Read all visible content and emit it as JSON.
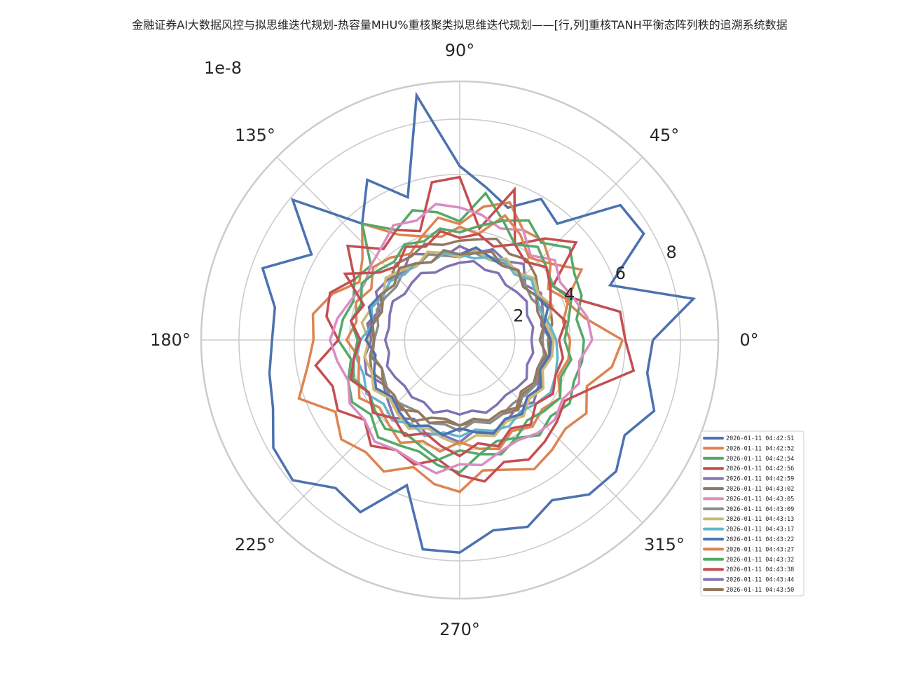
{
  "chart_data": {
    "type": "line",
    "projection": "polar",
    "title": "金融证券AI大数据风控与拟思维迭代规划-热容量MHU%重核聚类拟思维迭代规划——[行,列]重核TANH平衡态阵列秩的追溯系统数据",
    "radial_offset_label": "1e-8",
    "angle_ticks": [
      "0°",
      "45°",
      "90°",
      "135°",
      "180°",
      "225°",
      "270°",
      "315°"
    ],
    "radial_ticks": [
      2,
      4,
      6,
      8
    ],
    "radial_tick_labels": [
      "2",
      "4",
      "6",
      "8"
    ],
    "rlim": [
      0,
      9.37
    ],
    "grid": true,
    "legend_position": "lower-right",
    "theta_deg": [
      0,
      10,
      20,
      30,
      40,
      50,
      60,
      70,
      80,
      90,
      100,
      110,
      120,
      130,
      140,
      150,
      160,
      170,
      180,
      190,
      200,
      210,
      220,
      230,
      240,
      250,
      260,
      270,
      280,
      290,
      300,
      310,
      320,
      330,
      340,
      350
    ],
    "series": [
      {
        "name": "2026-01-11 04:42:51",
        "color": "#4c72b0",
        "values": [
          7.0,
          8.6,
          5.8,
          7.7,
          7.6,
          5.5,
          5.9,
          5.1,
          5.6,
          6.3,
          9.0,
          5.5,
          6.7,
          5.5,
          7.9,
          6.2,
          7.6,
          6.8,
          6.8,
          7.0,
          7.2,
          7.8,
          7.9,
          7.0,
          7.2,
          5.6,
          7.7,
          7.7,
          7.0,
          7.2,
          6.7,
          7.3,
          7.4,
          6.9,
          7.5,
          6.9
        ]
      },
      {
        "name": "2026-01-11 04:42:52",
        "color": "#dd8452",
        "values": [
          5.9,
          4.6,
          4.1,
          5.1,
          4.3,
          4.7,
          4.6,
          5.3,
          4.9,
          4.2,
          4.5,
          4.0,
          4.4,
          5.5,
          4.6,
          4.2,
          4.9,
          5.4,
          5.3,
          5.6,
          6.2,
          5.2,
          5.6,
          5.3,
          5.5,
          4.9,
          5.3,
          5.5,
          4.8,
          5.0,
          5.4,
          5.2,
          5.0,
          5.3,
          4.9,
          5.6
        ]
      },
      {
        "name": "2026-01-11 04:42:54",
        "color": "#55a868",
        "values": [
          4.5,
          4.3,
          4.7,
          4.8,
          5.2,
          4.6,
          5.0,
          4.6,
          5.4,
          4.3,
          4.7,
          5.0,
          4.6,
          5.5,
          4.2,
          4.4,
          4.1,
          4.3,
          4.4,
          4.0,
          4.3,
          4.5,
          4.2,
          4.6,
          4.4,
          4.3,
          4.6,
          4.8,
          4.2,
          4.4,
          4.1,
          4.5,
          4.3,
          4.6,
          4.4,
          4.5
        ]
      },
      {
        "name": "2026-01-11 04:42:56",
        "color": "#c44e52",
        "values": [
          6.0,
          5.9,
          4.4,
          3.9,
          5.5,
          4.8,
          4.0,
          5.8,
          4.1,
          5.9,
          5.8,
          4.2,
          4.6,
          4.3,
          5.3,
          4.4,
          5.0,
          4.9,
          4.4,
          5.3,
          4.9,
          5.1,
          4.5,
          5.0,
          4.6,
          4.8,
          4.4,
          4.9,
          5.2,
          4.7,
          5.0,
          4.8,
          4.6,
          4.4,
          5.1,
          6.4
        ]
      },
      {
        "name": "2026-01-11 04:42:59",
        "color": "#8172b3",
        "values": [
          3.3,
          3.0,
          3.2,
          3.4,
          3.1,
          3.6,
          3.3,
          3.5,
          3.2,
          3.4,
          3.1,
          3.3,
          3.6,
          3.2,
          3.4,
          3.5,
          3.1,
          3.4,
          3.2,
          3.5,
          3.6,
          3.2,
          3.4,
          3.7,
          3.3,
          3.6,
          3.5,
          3.7,
          3.3,
          3.6,
          3.4,
          3.2,
          3.5,
          3.3,
          3.1,
          3.4
        ]
      },
      {
        "name": "2026-01-11 04:43:02",
        "color": "#937860",
        "values": [
          3.2,
          3.4,
          3.5,
          3.3,
          3.6,
          3.8,
          3.6,
          3.9,
          3.7,
          3.6,
          3.5,
          3.7,
          3.5,
          3.6,
          3.3,
          3.2,
          3.0,
          3.3,
          3.1,
          3.3,
          3.4,
          3.1,
          3.3,
          3.2,
          3.4,
          3.0,
          2.9,
          3.1,
          3.0,
          3.2,
          3.1,
          3.3,
          3.0,
          3.2,
          3.1,
          3.3
        ]
      },
      {
        "name": "2026-01-11 04:43:05",
        "color": "#da8bc3",
        "values": [
          4.8,
          4.7,
          4.4,
          4.2,
          4.5,
          4.0,
          4.6,
          4.3,
          4.6,
          4.8,
          5.0,
          4.6,
          4.8,
          4.4,
          4.2,
          4.0,
          4.2,
          4.5,
          4.7,
          4.5,
          4.3,
          4.6,
          4.5,
          4.8,
          4.6,
          4.7,
          4.9,
          4.5,
          4.6,
          4.3,
          4.2,
          4.4,
          4.5,
          4.3,
          4.6,
          4.4
        ]
      },
      {
        "name": "2026-01-11 04:43:09",
        "color": "#8c8c8c",
        "values": [
          3.0,
          3.1,
          3.2,
          3.0,
          3.1,
          3.3,
          3.2,
          3.1,
          3.2,
          3.0,
          3.1,
          3.3,
          3.1,
          3.2,
          3.0,
          3.1,
          3.2,
          3.0,
          3.1,
          3.2,
          3.0,
          3.1,
          3.3,
          3.1,
          3.0,
          3.2,
          3.1,
          3.3,
          3.0,
          3.2,
          3.1,
          3.0,
          3.1,
          3.2,
          3.0,
          3.1
        ]
      },
      {
        "name": "2026-01-11 04:43:13",
        "color": "#ccb974",
        "values": [
          3.4,
          3.2,
          3.6,
          3.3,
          3.5,
          3.2,
          3.4,
          3.1,
          3.3,
          3.0,
          3.2,
          3.4,
          3.1,
          3.3,
          3.5,
          3.2,
          3.4,
          3.6,
          3.3,
          3.5,
          3.4,
          3.6,
          3.3,
          3.5,
          3.7,
          3.4,
          3.6,
          3.8,
          3.5,
          3.7,
          3.4,
          3.6,
          3.3,
          3.5,
          3.2,
          3.4
        ]
      },
      {
        "name": "2026-01-11 04:43:17",
        "color": "#64b5cd",
        "values": [
          3.5,
          3.3,
          3.1,
          3.2,
          3.4,
          3.1,
          3.3,
          3.2,
          3.0,
          3.1,
          3.2,
          3.0,
          3.2,
          3.1,
          3.3,
          3.2,
          3.4,
          3.2,
          3.6,
          3.8,
          3.7,
          3.9,
          3.6,
          3.8,
          3.5,
          3.7,
          3.4,
          3.5,
          3.3,
          3.5,
          3.6,
          3.4,
          3.6,
          3.8,
          3.7,
          3.6
        ]
      },
      {
        "name": "2026-01-11 04:43:22",
        "color": "#4c72b0",
        "values": [
          3.3,
          3.1,
          3.4,
          3.2,
          3.0,
          3.3,
          3.1,
          3.2,
          3.4,
          3.1,
          3.3,
          3.0,
          3.2,
          3.4,
          3.1,
          3.3,
          3.5,
          3.2,
          3.4,
          3.1,
          3.3,
          3.5,
          3.2,
          3.4,
          3.6,
          3.3,
          3.5,
          3.2,
          3.4,
          3.6,
          3.3,
          3.5,
          3.2,
          3.4,
          3.1,
          3.3
        ]
      },
      {
        "name": "2026-01-11 04:43:27",
        "color": "#dd8452",
        "values": [
          4.0,
          3.8,
          4.2,
          3.7,
          4.3,
          3.9,
          4.4,
          4.8,
          3.9,
          4.1,
          3.8,
          4.0,
          3.6,
          3.9,
          4.1,
          3.7,
          4.0,
          3.8,
          4.1,
          3.7,
          3.9,
          4.2,
          3.8,
          4.0,
          4.3,
          3.9,
          4.1,
          3.7,
          4.0,
          4.2,
          3.8,
          4.1,
          3.9,
          4.2,
          3.8,
          4.0
        ]
      },
      {
        "name": "2026-01-11 04:43:32",
        "color": "#55a868",
        "values": [
          3.8,
          4.0,
          4.3,
          3.9,
          4.1,
          4.4,
          4.0,
          4.6,
          4.2,
          3.9,
          4.1,
          3.8,
          4.0,
          3.7,
          3.9,
          4.1,
          3.8,
          4.0,
          3.7,
          3.9,
          4.1,
          3.8,
          4.0,
          4.2,
          3.9,
          4.1,
          4.4,
          4.0,
          4.2,
          3.9,
          4.1,
          3.8,
          4.0,
          4.2,
          3.9,
          4.1
        ]
      },
      {
        "name": "2026-01-11 04:43:38",
        "color": "#c44e52",
        "values": [
          3.6,
          3.9,
          3.5,
          3.8,
          4.1,
          3.7,
          4.0,
          3.6,
          3.9,
          3.7,
          4.0,
          3.6,
          3.9,
          3.5,
          3.8,
          4.8,
          3.7,
          4.0,
          3.6,
          3.9,
          4.2,
          3.8,
          4.1,
          3.7,
          4.0,
          3.6,
          3.9,
          4.2,
          3.8,
          4.1,
          3.7,
          4.0,
          3.6,
          3.9,
          3.7,
          3.8
        ]
      },
      {
        "name": "2026-01-11 04:43:44",
        "color": "#8172b3",
        "values": [
          2.6,
          2.7,
          2.6,
          2.8,
          2.7,
          2.6,
          2.8,
          2.7,
          2.9,
          2.8,
          2.7,
          2.6,
          2.8,
          2.7,
          2.6,
          2.8,
          2.7,
          2.6,
          2.7,
          2.6,
          2.8,
          2.7,
          2.6,
          2.7,
          2.6,
          2.8,
          2.6,
          2.7,
          2.6,
          2.8,
          2.7,
          2.6,
          2.7,
          2.8,
          2.6,
          2.7
        ]
      },
      {
        "name": "2026-01-11 04:43:50",
        "color": "#937860",
        "values": [
          2.9,
          3.1,
          3.0,
          3.2,
          3.0,
          3.3,
          3.1,
          3.4,
          3.2,
          3.1,
          3.3,
          3.0,
          3.2,
          3.4,
          3.1,
          3.3,
          3.0,
          3.2,
          3.1,
          3.3,
          3.0,
          3.2,
          3.1,
          3.3,
          3.0,
          3.2,
          3.0,
          3.1,
          2.9,
          3.1,
          3.0,
          3.2,
          2.9,
          3.1,
          3.0,
          3.2
        ]
      }
    ]
  }
}
